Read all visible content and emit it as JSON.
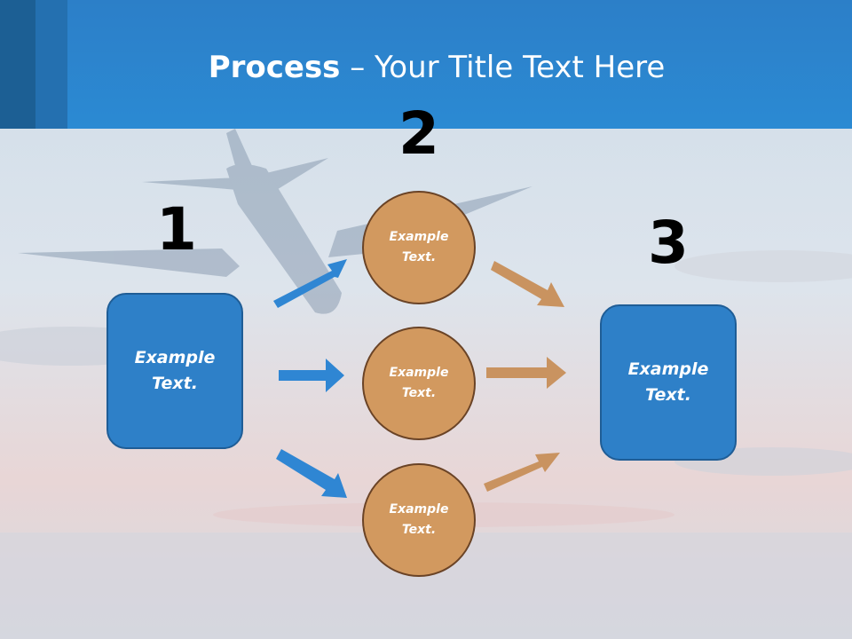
{
  "slide": {
    "title_bold": "Process",
    "title_rest": " – Your Title Text Here"
  },
  "steps": {
    "step1": {
      "number": "1",
      "text": "Example Text."
    },
    "step2": {
      "number": "2",
      "items": [
        {
          "text": "Example Text."
        },
        {
          "text": "Example Text."
        },
        {
          "text": "Example Text."
        }
      ]
    },
    "step3": {
      "number": "3",
      "text": "Example Text."
    }
  },
  "colors": {
    "header": "#2b86cf",
    "box_fill": "#2e80c8",
    "circle_fill": "#d2995f",
    "blue_arrow": "#2f86d3",
    "tan_arrow": "#c99360"
  }
}
